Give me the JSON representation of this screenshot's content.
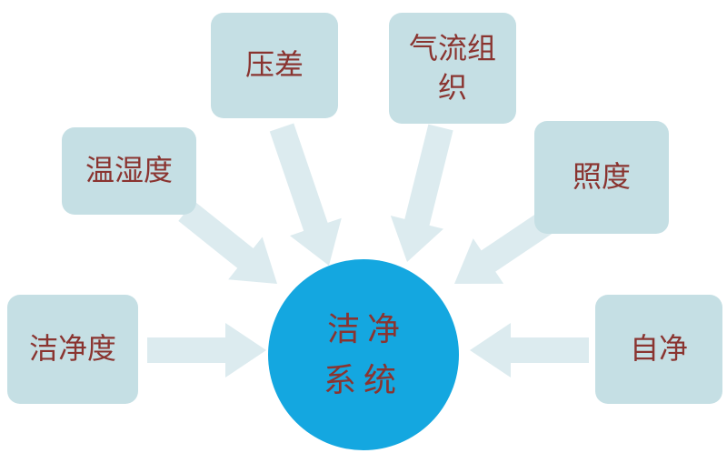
{
  "diagram": {
    "center": {
      "label": "洁净系统",
      "fill_color": "#14a7e0",
      "text_color": "#8a3430"
    },
    "nodes": [
      {
        "id": "pressure-difference",
        "label": "压差"
      },
      {
        "id": "airflow-organization",
        "label": "气流组织"
      },
      {
        "id": "temperature-humidity",
        "label": "温湿度"
      },
      {
        "id": "illuminance",
        "label": "照度"
      },
      {
        "id": "cleanliness",
        "label": "洁净度"
      },
      {
        "id": "self-purification",
        "label": "自净"
      }
    ],
    "node_fill_color": "#c5dfe4",
    "node_text_color": "#8a3430",
    "arrow_color": "#dcebef",
    "background_color": "#ffffff"
  }
}
